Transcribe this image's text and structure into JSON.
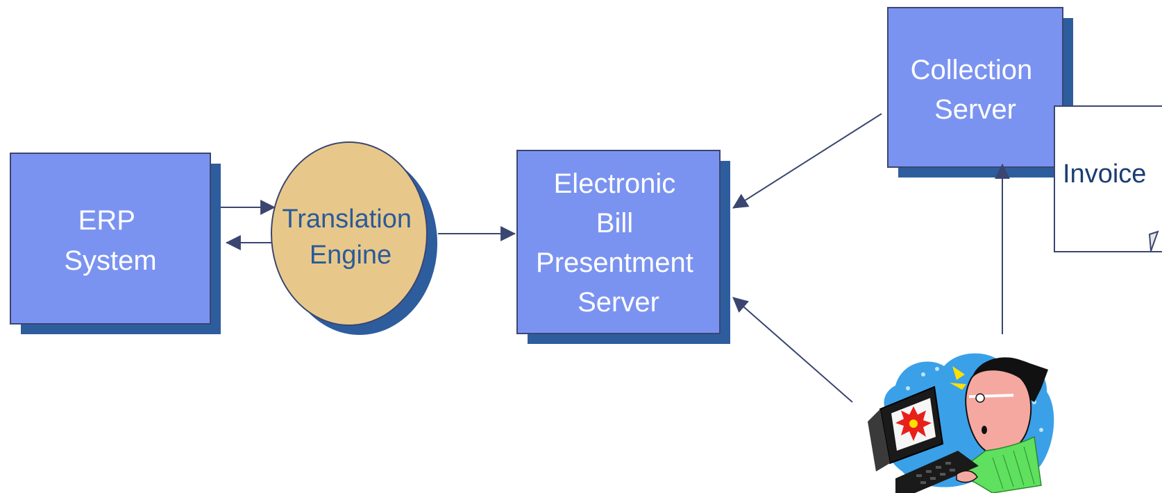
{
  "nodes": {
    "erp": {
      "lines": [
        "ERP",
        "System"
      ]
    },
    "translation": {
      "lines": [
        "Translation",
        "Engine"
      ]
    },
    "ebpp": {
      "lines": [
        "Electronic",
        "Bill",
        "Presentment",
        "Server"
      ]
    },
    "collection": {
      "lines": [
        "Collection",
        "Server"
      ]
    },
    "invoice": {
      "label": "Invoice"
    }
  },
  "colors": {
    "box_fill": "#7b93f0",
    "box_shadow": "#2e5d9e",
    "box_border": "#3a4670",
    "ellipse_fill": "#e8c88a",
    "arrow": "#3a4670",
    "label_white": "#ffffff",
    "label_blue": "#2a5a9a"
  },
  "user_illustration": {
    "icon": "user-at-computer-icon"
  }
}
